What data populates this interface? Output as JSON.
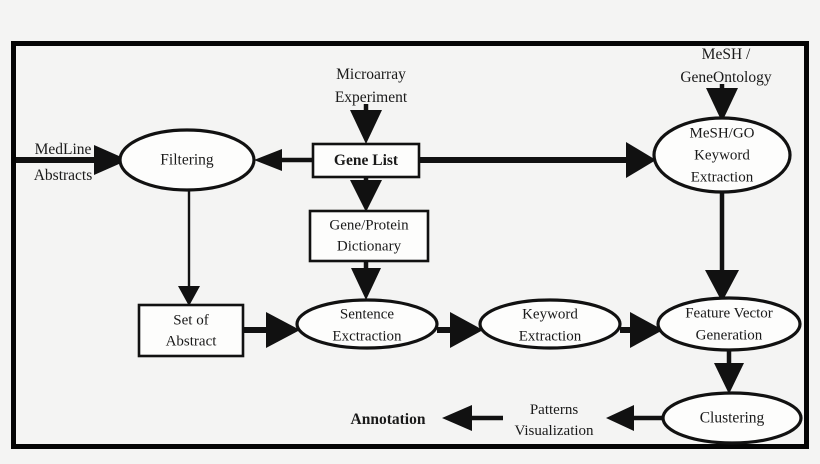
{
  "diagram": {
    "title": "Microarray gene annotation text-mining pipeline",
    "background_color": "#f4f4f3",
    "frame_color": "#050505",
    "node_fill": "#fdfdfc",
    "ink_color": "#111111",
    "external_inputs": [
      {
        "id": "medline",
        "label_line1": "MedLine",
        "label_line2": "Abstracts"
      },
      {
        "id": "microarray",
        "label_line1": "Microarray",
        "label_line2": "Experiment"
      },
      {
        "id": "mesh_go_source",
        "label_line1": "MeSH /",
        "label_line2": "GeneOntology"
      }
    ],
    "nodes": [
      {
        "id": "filtering",
        "shape": "ellipse",
        "lines": [
          "Filtering"
        ],
        "bold": false
      },
      {
        "id": "gene_list",
        "shape": "rect",
        "lines": [
          "Gene List"
        ],
        "bold": true
      },
      {
        "id": "mesh_go_keyword_extraction",
        "shape": "ellipse",
        "lines": [
          "MeSH/GO",
          "Keyword",
          "Extraction"
        ],
        "bold": false
      },
      {
        "id": "gene_protein_dictionary",
        "shape": "rect",
        "lines": [
          "Gene/Protein",
          "Dictionary"
        ],
        "bold": false
      },
      {
        "id": "set_of_abstract",
        "shape": "rect",
        "lines": [
          "Set of",
          "Abstract"
        ],
        "bold": false
      },
      {
        "id": "sentence_exctraction",
        "shape": "ellipse",
        "lines": [
          "Sentence",
          "Exctraction"
        ],
        "bold": false
      },
      {
        "id": "keyword_extraction",
        "shape": "ellipse",
        "lines": [
          "Keyword",
          "Extraction"
        ],
        "bold": false
      },
      {
        "id": "feature_vector_generation",
        "shape": "ellipse",
        "lines": [
          "Feature Vector",
          "Generation"
        ],
        "bold": false
      },
      {
        "id": "clustering",
        "shape": "ellipse",
        "lines": [
          "Clustering"
        ],
        "bold": false
      },
      {
        "id": "patterns_visualization",
        "shape": "plain-text",
        "lines": [
          "Patterns",
          "Visualization"
        ],
        "bold": false
      },
      {
        "id": "annotation",
        "shape": "plain-text",
        "lines": [
          "Annotation"
        ],
        "bold": true
      }
    ],
    "edges": [
      {
        "from": "medline",
        "to": "filtering",
        "weight": "thick"
      },
      {
        "from": "microarray",
        "to": "gene_list",
        "weight": "med"
      },
      {
        "from": "mesh_go_source",
        "to": "mesh_go_keyword_extraction",
        "weight": "med"
      },
      {
        "from": "gene_list",
        "to": "filtering",
        "weight": "med"
      },
      {
        "from": "gene_list",
        "to": "mesh_go_keyword_extraction",
        "weight": "thick"
      },
      {
        "from": "gene_list",
        "to": "gene_protein_dictionary",
        "weight": "med"
      },
      {
        "from": "filtering",
        "to": "set_of_abstract",
        "weight": "thin"
      },
      {
        "from": "gene_protein_dictionary",
        "to": "sentence_exctraction",
        "weight": "med"
      },
      {
        "from": "set_of_abstract",
        "to": "sentence_exctraction",
        "weight": "thick"
      },
      {
        "from": "sentence_exctraction",
        "to": "keyword_extraction",
        "weight": "thick"
      },
      {
        "from": "keyword_extraction",
        "to": "feature_vector_generation",
        "weight": "thick"
      },
      {
        "from": "mesh_go_keyword_extraction",
        "to": "feature_vector_generation",
        "weight": "med"
      },
      {
        "from": "feature_vector_generation",
        "to": "clustering",
        "weight": "med"
      },
      {
        "from": "clustering",
        "to": "patterns_visualization",
        "weight": "med"
      },
      {
        "from": "patterns_visualization",
        "to": "annotation",
        "weight": "med"
      }
    ]
  }
}
